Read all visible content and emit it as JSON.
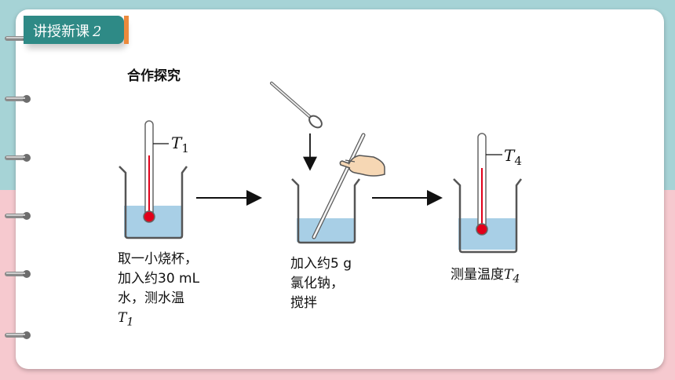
{
  "section_tab": {
    "label": "讲授新课",
    "number": "2"
  },
  "heading": "合作探究",
  "thermo_labels": {
    "t1_base": "T",
    "t1_sub": "1",
    "t4_base": "T",
    "t4_sub": "4"
  },
  "step1": {
    "line1": "取一小烧杯，",
    "line2": "加入约30 mL",
    "line3": "水，测水温",
    "var_base": "T",
    "var_sub": "1"
  },
  "step2": {
    "line1": "加入约5 g",
    "line2": "氯化钠，",
    "line3": "搅拌"
  },
  "step3": {
    "text": "测量温度",
    "var_base": "T",
    "var_sub": "4"
  },
  "colors": {
    "teal": "#2e8a86",
    "orange": "#ec8a3c",
    "water": "#a8cfe6",
    "mercury": "#e1001a"
  }
}
